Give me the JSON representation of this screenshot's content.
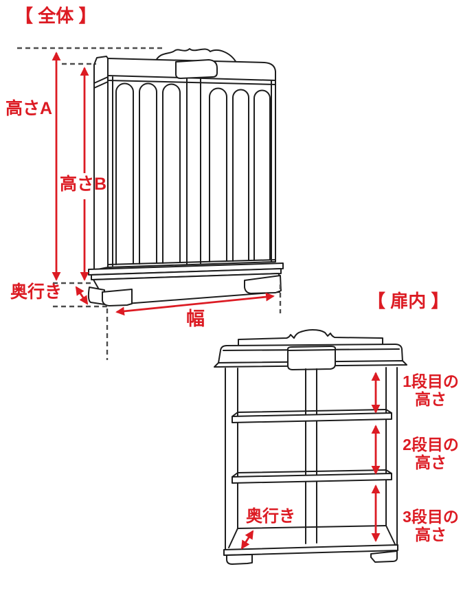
{
  "colors": {
    "accent_red": "#dc1b23",
    "line_black": "#1d1d1d",
    "dash_gray": "#4c4c4c",
    "background": "#ffffff"
  },
  "overall_section": {
    "title": "【 全体 】",
    "labels": {
      "height_a": "高さA",
      "height_b": "高さB",
      "depth": "奥行き",
      "width": "幅"
    }
  },
  "inside_section": {
    "title": "【 扉内 】",
    "labels": {
      "shelf1_line1": "1段目の",
      "shelf1_line2": "高さ",
      "shelf2_line1": "2段目の",
      "shelf2_line2": "高さ",
      "shelf3_line1": "3段目の",
      "shelf3_line2": "高さ",
      "depth": "奥行き"
    }
  }
}
